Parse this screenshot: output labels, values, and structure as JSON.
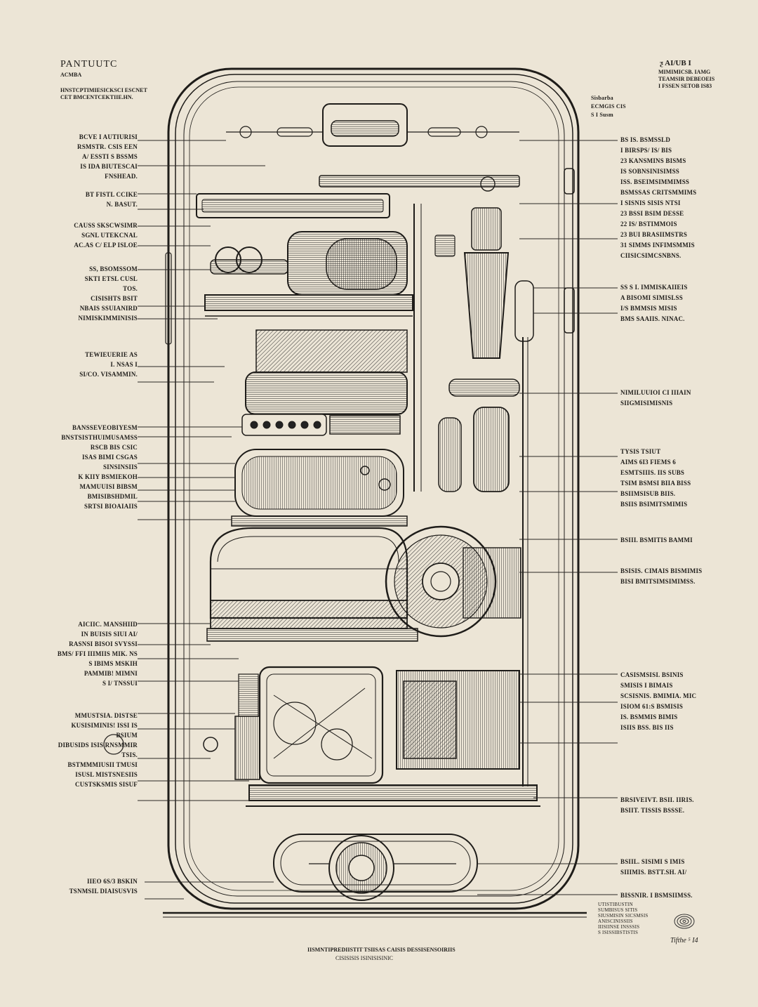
{
  "header": {
    "title": "PANTUUTC",
    "subtitle": "ACMBA",
    "desc_line1": "HNSTCPTIMIESICKSCI ESCNET",
    "desc_line2": "CET BMCENTCEKTIIE.HN.",
    "top_right_title": "ƺ AI/UB I",
    "top_right_line1": "MIMIMICSB. IAMG",
    "top_right_line2": "TEAMSIR DEBEOEIS",
    "top_right_line3": "I FSSEN SETOB IS83"
  },
  "small_note_right": [
    "Sisbarba",
    "ECMGIS CIS",
    "S I Susm"
  ],
  "left_labels": [
    [
      "BCVE I AUTIURISI",
      "RSMSTR. CSIS EEN",
      "A/ ESSTI S  BSSMS",
      "IS IDA BIUTESCAI",
      "FNSHEAD."
    ],
    [
      "BT FISTL CCIKE",
      "N. BASUT."
    ],
    [
      "CAUSS SKSCWSIMR",
      "SGNL UTEKCNAL",
      "AC.AS C/ ELP ISLOE"
    ],
    [
      "SS, BSOMSSOM",
      "SKTI ETSL  CUSL",
      "TOS.",
      "CISISHTS BSIT",
      "NBAIS SSUIANIRD",
      "NIMISKIMMINISIS"
    ],
    [
      "TEWIEUERIE AS",
      "I. NSAS   I",
      "SI/CO. VISAMMIN."
    ],
    [
      "BANSSEVEOBIYESM",
      "BNSTSISTHUIMUSAMSS",
      "RSCB BIS  CSIC",
      "ISAS BIMI  CSGAS",
      "SINSINSIIS",
      "K KIIY BSMIEKOH",
      "MAMUUISI BIBSM",
      "BMISIBSHDMIL",
      "SRTSI BIOAIAIIS"
    ],
    [
      "AICIIC. MANSHIID",
      "IN BUISIS  SIUI  AI/",
      "RASNSI BISOI  SVYSSI",
      "BMS/ FFI IIIMIIS MIK. NS",
      "S  IBIMS MSKIH",
      "PAMMIB! MIMNI",
      "S  I/ TNSSUI"
    ],
    [
      "MMUSTSIA. DISTSE",
      "KUSISIMINIS! ISSI IS",
      "BSIUM",
      "DIBUSIDS ISIS  RNSMMIR",
      "  TSIS.",
      "BSTMMMIUSII  TMUSI",
      "ISUSL MISTSNESIIS",
      "CUSTSKSMIS SISUF"
    ],
    [
      "IIEO  6S/3  BSKIN",
      "TSNMSIL DIAISUSVIS"
    ]
  ],
  "right_labels": [
    [
      "BS IS.  BSMSSLD",
      "I  BIRSPS/ IS/ BIS",
      "23  KANSMINS BISMS",
      "IS SOBNSINISIMSS",
      "ISS.  BSEIMSIMMIMSS",
      "BSMSSAS CRITSMMIMS",
      "I SISNIS SISIS  NTSI",
      "23  BSSI  BSIM DESSE",
      "22  IS/ BSTIMMOIS",
      "23 BUI  BRASIIMSTRS",
      "31  SIMMS INFIMSMMIS",
      "CIISICSIMCSNBNS."
    ],
    [
      "SS  S I.  IMMISKAIIEIS",
      "A  BISOMI SIMISLSS",
      "I/S  BMMSIS MISIS",
      "BMS SAAIIS.  NINAC."
    ],
    [
      "NIMILUUIOI CI  IIIAIN",
      "SIIGMISIMISNIS"
    ],
    [
      "TYSIS  TSIUT",
      "AIMS  6I3  FIEMS  6",
      "ESMTSIIIS. IIS  SUBS",
      "TSIM  BSMSI BIIA BISS",
      "BSIIMSISUB  BIIS.",
      "BSIIS BSIMITSMIMIS"
    ],
    [
      "BSIII.  BSMITIS BAMMI"
    ],
    [
      "BSISIS. CIMAIS BISMIMIS",
      "BISI  BMITSIMSIMIMSS."
    ],
    [
      "CASISMSISI.  BSINIS",
      "SMISIS I BIMAIS",
      "SCSISNIS.  BMIMIA. MIC",
      "ISIOM  61:S  BSMISIS",
      "IS.  BSMMIS BIMIS",
      "ISIIS  BSS.  BIS IIS"
    ],
    [
      "BRSIVEIVT. BSII. IIRIS.",
      "BSIIT.  TISSIS  BSSSE."
    ],
    [
      "BSIIL. SISIMI S IMIS",
      "SIIIMIS.  BSTT.SH. AI/"
    ],
    [
      "BISSNIR. I BSMSIIMSS."
    ]
  ],
  "bottom_right_notes": [
    "UTISTIBUSTIN",
    "SUMBISUS   SITIS",
    "SIUSMISIN SICSMSIS",
    "ANISCINISSIIS",
    "IIISIINSE INSSSIS",
    "S ISISSIBSTISTIS"
  ],
  "footer": {
    "line1": "IISMNTIPREDIISTIT TSIISAS CAISIS DESSISENSOIRIIS",
    "line2": "CISISISIS ISINISISINIC",
    "signature": "Tifthe ⁵ I4"
  }
}
